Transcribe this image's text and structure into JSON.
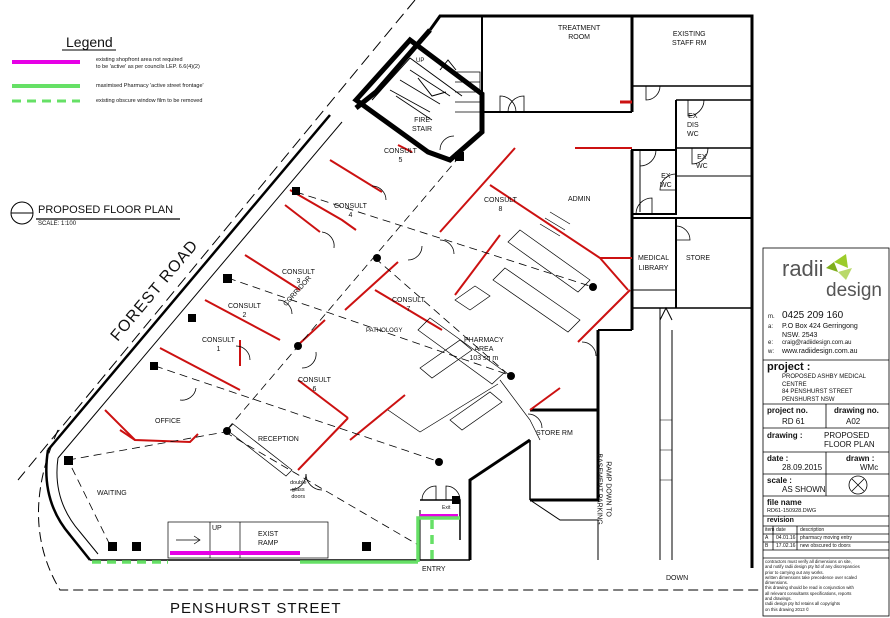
{
  "legend": {
    "title": "Legend",
    "items": [
      {
        "color": "#e600e6",
        "style": "solid",
        "text1": "existing shopfront area not required",
        "text2": "to be 'active' as per councils LEP. 6.6(4)(2)"
      },
      {
        "color": "#66e066",
        "style": "solid",
        "text1": "maximised Pharmacy 'active street frontage'",
        "text2": ""
      },
      {
        "color": "#66e066",
        "style": "dashed",
        "text1": "existing obscure window film to be removed",
        "text2": ""
      }
    ]
  },
  "plan_title": {
    "title": "PROPOSED FLOOR PLAN",
    "scale": "SCALE: 1:100"
  },
  "streets": {
    "forest": "FOREST   ROAD",
    "penshurst": "PENSHURST   STREET"
  },
  "rooms": {
    "treatment": [
      "TREATMENT",
      "ROOM"
    ],
    "staff": [
      "EXISTING",
      "STAFF RM"
    ],
    "fire": [
      "FIRE",
      "STAIR"
    ],
    "up_stair": "UP",
    "ex_dis": [
      "EX",
      "DIS",
      "WC"
    ],
    "ex_wc1": [
      "EX",
      "WC"
    ],
    "ex_wc2": [
      "EX",
      "WC"
    ],
    "consult5": [
      "CONSULT",
      "5"
    ],
    "consult4": [
      "CONSULT",
      "4"
    ],
    "consult3": [
      "CONSULT",
      "3"
    ],
    "consult2": [
      "CONSULT",
      "2"
    ],
    "consult1": [
      "CONSULT",
      "1"
    ],
    "consult6": [
      "CONSULT",
      "6"
    ],
    "consult7": [
      "CONSULT",
      "7"
    ],
    "consult8": [
      "CONSULT",
      "8"
    ],
    "admin": "ADMIN",
    "medical": [
      "MEDICAL",
      "LIBRARY"
    ],
    "store": "STORE",
    "corridor": "CORRIDOR",
    "pathology": "PATHOLOGY",
    "pharmacy": [
      "PHARMACY",
      "AREA",
      "103 sq m"
    ],
    "office": "OFFICE",
    "reception": "RECEPTION",
    "waiting": "WAITING",
    "store_rm": "STORE RM",
    "double_glass": [
      "double",
      "glass",
      "doors"
    ],
    "ramp_up": "UP",
    "exist_ramp": [
      "EXIST",
      "RAMP"
    ],
    "entry": "ENTRY",
    "exit": "Exit",
    "ramp_down": [
      "RAMP DOWN TO",
      "BASEMENT PARKING"
    ],
    "down": "DOWN"
  },
  "title_block": {
    "logo_main": "radii",
    "logo_sub": "design",
    "contacts": [
      {
        "key": "m.",
        "value": "0425 209 160"
      },
      {
        "key": "a:",
        "value": "P.O Box 424 Gerringong"
      },
      {
        "key": "",
        "value": "NSW. 2543"
      },
      {
        "key": "e:",
        "value": "craig@radiidesign.com.au"
      },
      {
        "key": "w:",
        "value": "www.radiidesign.com.au"
      }
    ],
    "project_label": "project :",
    "project_lines": [
      "PROPOSED ASHBY MEDICAL",
      "CENTRE",
      "84 PENSHURST STREET",
      "PENSHURST NSW"
    ],
    "project_no_label": "project  no.",
    "project_no": "RD 61",
    "drawing_no_label": "drawing  no.",
    "drawing_no": "A02",
    "drawing_label": "drawing :",
    "drawing_lines": [
      "PROPOSED",
      "FLOOR PLAN"
    ],
    "date_label": "date :",
    "date": "28.09.2015",
    "drawn_label": "drawn :",
    "drawn": "WMc",
    "scale_label": "scale :",
    "scale": "AS SHOWN",
    "file_label": "file name",
    "file": "RD61-150928.DWG",
    "revision_label": "revision",
    "rev_headers": [
      "item",
      "date",
      "description"
    ],
    "revisions": [
      {
        "item": "A",
        "date": "04.01.16",
        "desc": "pharmacy moving entry"
      },
      {
        "item": "B",
        "date": "17.02.16",
        "desc": "new obscured to doors"
      }
    ],
    "notes": [
      "contractors must verify all dimensions on site,",
      "and notify radii design pty ltd of any discrepancies",
      "prior to carrying out any works.",
      "written dimensions take precedence over scaled",
      "dimensions.",
      "this drawing should be read in conjunction with",
      "all relevant consultants specifications, reports",
      "and drawings.",
      "radii design pty ltd retains all copyrights",
      "on this drawing      2013 ©"
    ]
  },
  "colors": {
    "wall": "#000000",
    "partition": "#cc1111",
    "magenta": "#e600e6",
    "green": "#66e066",
    "logo_green": "#9ccc2a"
  }
}
